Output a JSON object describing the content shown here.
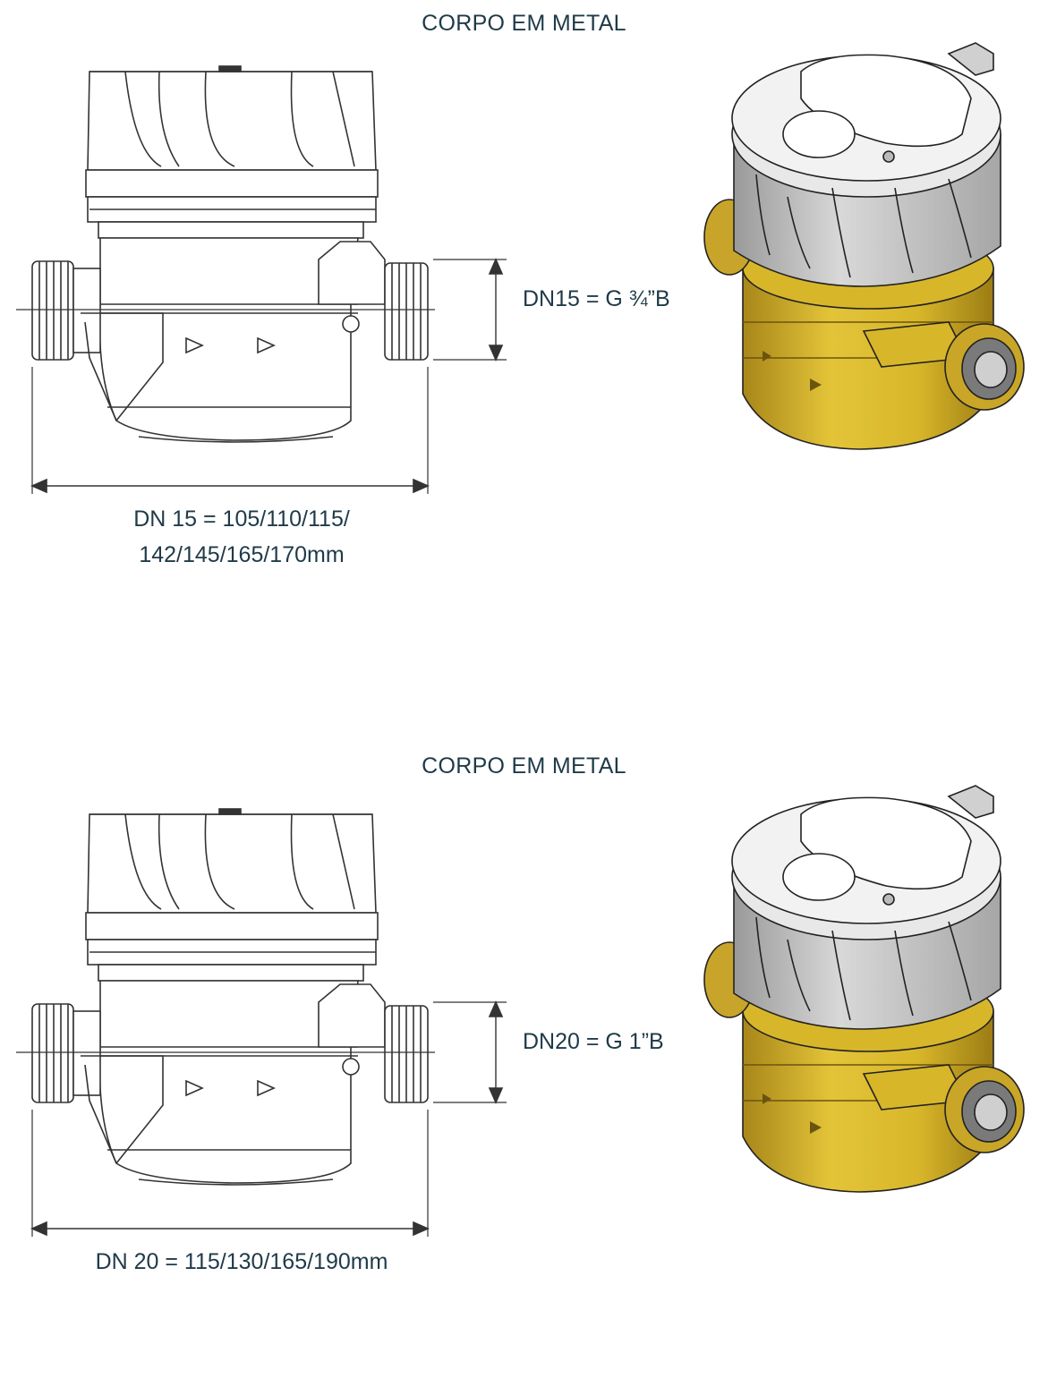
{
  "sections": [
    {
      "title": "CORPO EM METAL",
      "thread": "DN15 = G ¾”B",
      "length_lines": [
        "DN 15 = 105/110/115/",
        "142/145/165/170mm"
      ]
    },
    {
      "title": "CORPO EM METAL",
      "thread": "DN20 = G 1”B",
      "length_lines": [
        "DN 20 = 115/130/165/190mm"
      ]
    }
  ],
  "colors": {
    "text": "#1f3a48",
    "brass": "#d8b62a",
    "brass_dark": "#a8861a",
    "cover_grey": "#c9c9c9",
    "cover_light": "#efefef"
  }
}
